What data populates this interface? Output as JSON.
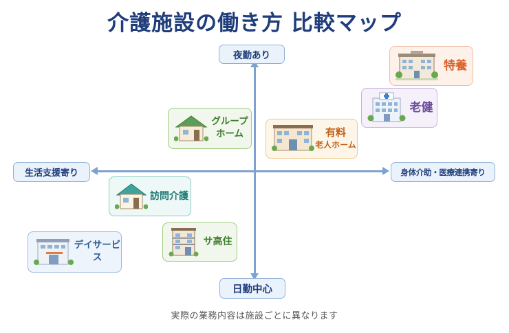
{
  "title": "介護施設の働き方 比較マップ",
  "axes": {
    "top": "夜勤あり",
    "bottom": "日勤中心",
    "left": "生活支援寄り",
    "right": "身体介助・医療連携寄り"
  },
  "facilities": {
    "tokuyo": {
      "name": "特養",
      "icon": "building-icon",
      "color": "#d9622b"
    },
    "roken": {
      "name": "老健",
      "icon": "hospital-icon",
      "color": "#6b4b9a"
    },
    "yuryo": {
      "name_line1": "有料",
      "name_line2": "老人ホーム",
      "icon": "apartment-icon",
      "color": "#c0621b"
    },
    "gh": {
      "name_line1": "グループ",
      "name_line2": "ホーム",
      "icon": "house-icon",
      "color": "#3f7d2f"
    },
    "homon": {
      "name": "訪問介護",
      "icon": "house-icon",
      "color": "#1f7a74"
    },
    "sako": {
      "name": "サ高住",
      "icon": "apartment-icon",
      "color": "#3f7d2f"
    },
    "day": {
      "name": "デイサービス",
      "icon": "daycare-building-icon",
      "color": "#2d5c9a"
    }
  },
  "footnote": "実際の業務内容は施設ごとに異なります"
}
